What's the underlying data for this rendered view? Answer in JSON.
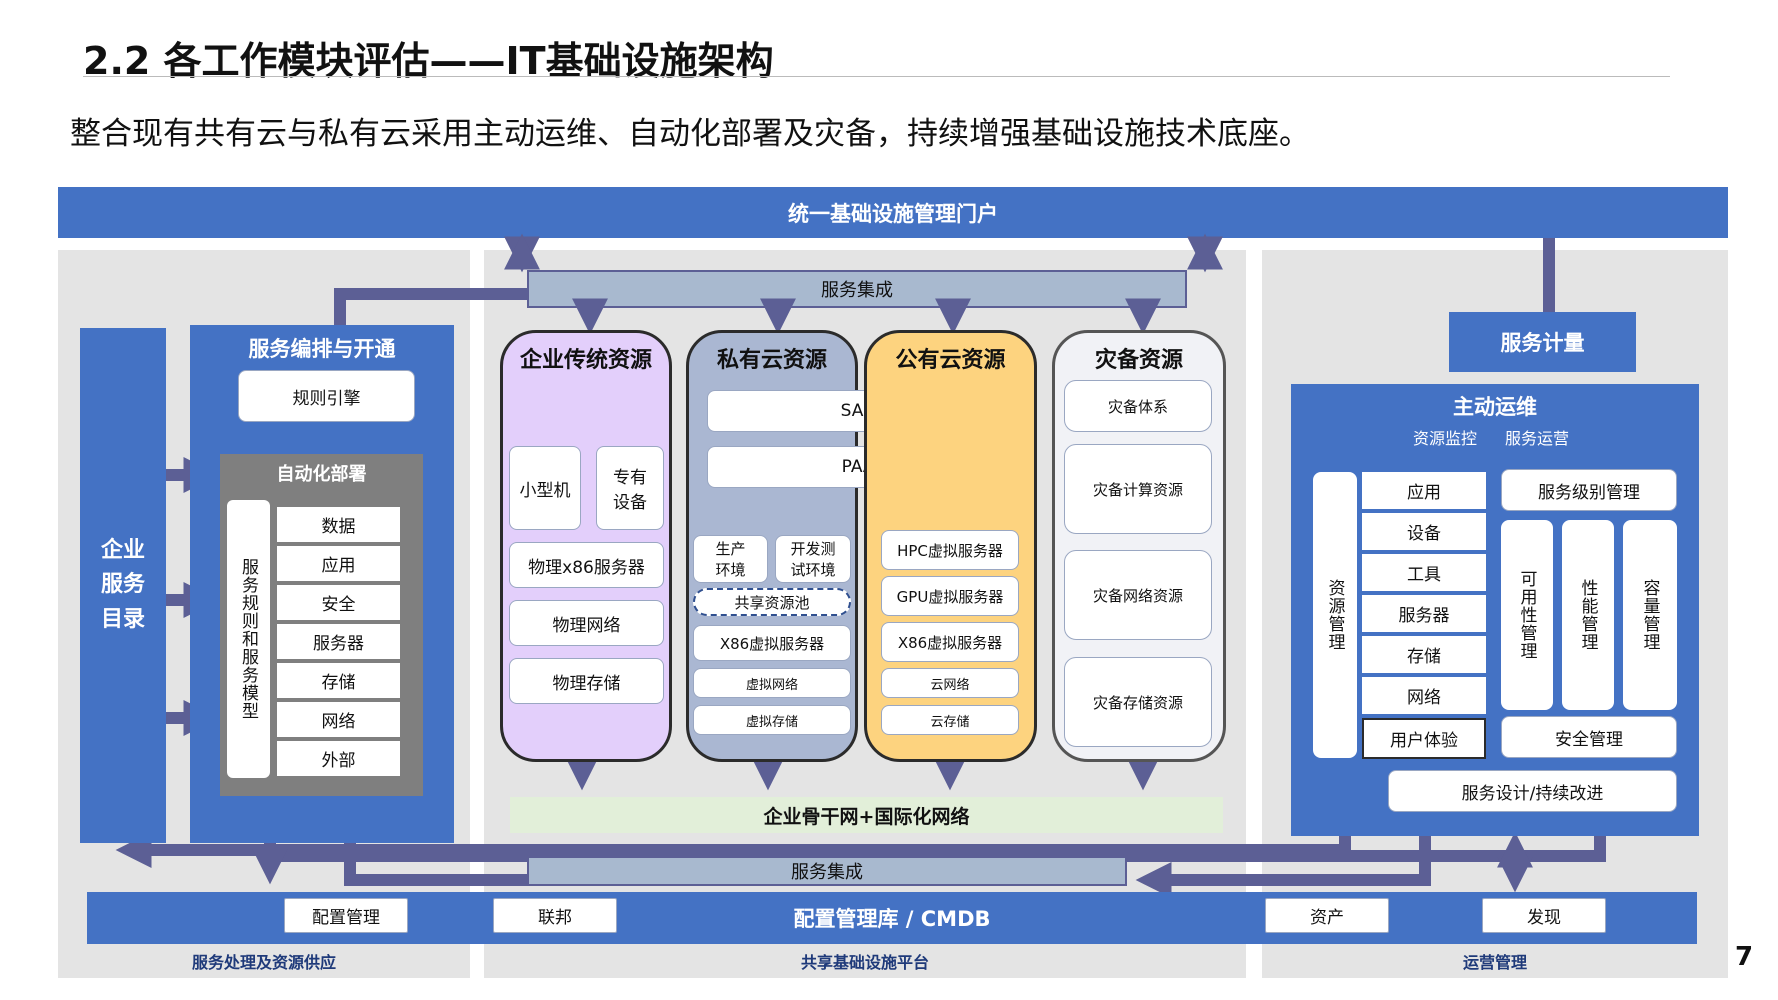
{
  "title": "2.2 各工作模块评估——IT基础设施架构",
  "subtitle": "整合现有共有云与私有云采用主动运维、自动化部署及灾备，持续增强基础设施技术底座。",
  "page_number": "7",
  "portal": "统一基础设施管理门户",
  "service_integration_top": "服务集成",
  "service_integration_bottom": "服务集成",
  "left": {
    "catalog": "企业服务目录",
    "orchestration": "服务编排与开通",
    "rule_engine": "规则引擎",
    "auto_deploy": "自动化部署",
    "model": "服务规则和服务模型",
    "items": [
      "数据",
      "应用",
      "安全",
      "服务器",
      "存储",
      "网络",
      "外部"
    ],
    "footer": "服务处理及资源供应"
  },
  "center": {
    "traditional": {
      "title": "企业传统资源",
      "minicomputer": "小型机",
      "dedicated": "专有设备",
      "items": [
        "物理x86服务器",
        "物理网络",
        "物理存储"
      ]
    },
    "private": {
      "title": "私有云资源",
      "saas": "SAAS",
      "paas": "PAAS",
      "prod": "生产环境",
      "devtest": "开发测试环境",
      "pool": "共享资源池",
      "items": [
        "X86虚拟服务器",
        "虚拟网络",
        "虚拟存储"
      ]
    },
    "public": {
      "title": "公有云资源",
      "items": [
        "HPC虚拟服务器",
        "GPU虚拟服务器",
        "X86虚拟服务器",
        "云网络",
        "云存储"
      ]
    },
    "dr": {
      "title": "灾备资源",
      "items": [
        "灾备体系",
        "灾备计算资源",
        "灾备网络资源",
        "灾备存储资源"
      ]
    },
    "backbone": "企业骨干网+国际化网络",
    "footer": "共享基础设施平台"
  },
  "right": {
    "metering": "服务计量",
    "ops": "主动运维",
    "monitor": "资源监控",
    "service_ops": "服务运营",
    "resource_mgmt": "资源管理",
    "items": [
      "应用",
      "设备",
      "工具",
      "服务器",
      "存储",
      "网络",
      "用户体验"
    ],
    "sla": "服务级别管理",
    "availability": "可用性管理",
    "performance": "性能管理",
    "capacity": "容量管理",
    "security": "安全管理",
    "design": "服务设计/持续改进",
    "footer": "运营管理"
  },
  "cmdb": {
    "title": "配置管理库 / CMDB",
    "config": "配置管理",
    "federation": "联邦",
    "asset": "资产",
    "discovery": "发现"
  },
  "colors": {
    "blue": "#4472c4",
    "purple": "#e3cffb",
    "slate": "#aab7d2",
    "orange": "#fdd37f",
    "light": "#f1f2f6",
    "green": "#e2efd9",
    "arrow": "#5c5f95"
  }
}
